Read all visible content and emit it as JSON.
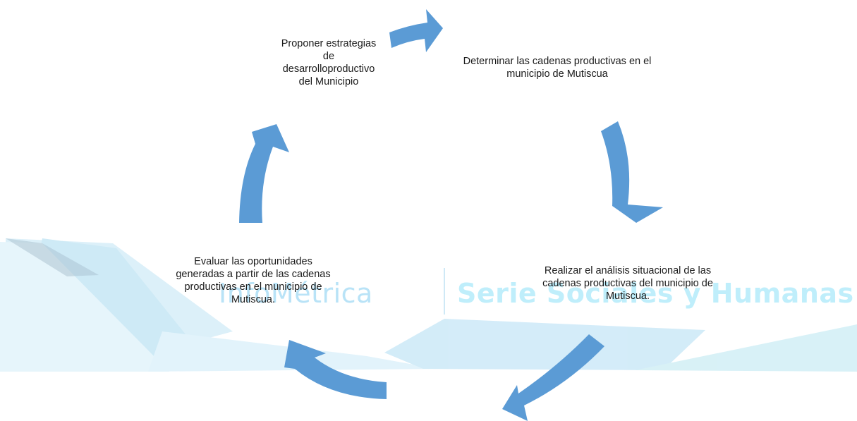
{
  "steps": [
    {
      "label": "Proponer estrategias\nde\ndesarrolloproductivo\ndel Municipio"
    },
    {
      "label": "Determinar las cadenas productivas en el\nmunicipio de Mutiscua"
    },
    {
      "label": "Realizar el análisis situacional de las\ncadenas productivas del municipio de\nMutiscua."
    },
    {
      "label": "Evaluar las oportunidades\ngeneradas a partir de las cadenas\nproductivas en el municipio de\nMutiscua."
    }
  ],
  "watermark": {
    "left": "InfoMétrica",
    "right": "Serie Sociales y Humanas"
  },
  "colors": {
    "arrow": "#5b9bd5",
    "watermark_band": "#d6eefa",
    "watermark_band_dark": "#bfe3f6"
  }
}
